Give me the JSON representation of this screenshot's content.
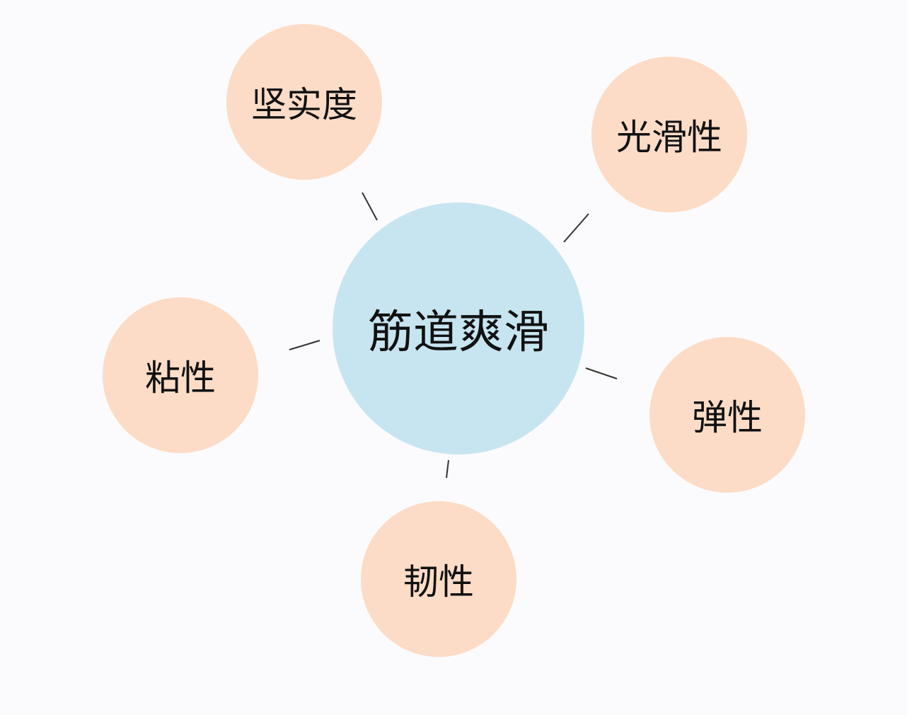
{
  "diagram": {
    "type": "mind-map",
    "center": {
      "label": "筋道爽滑",
      "color": "#c7e5f0"
    },
    "node_color": "#fcdcc6",
    "nodes": [
      {
        "label": "坚实度"
      },
      {
        "label": "光滑性"
      },
      {
        "label": "粘性"
      },
      {
        "label": "弹性"
      },
      {
        "label": "韧性"
      }
    ]
  }
}
